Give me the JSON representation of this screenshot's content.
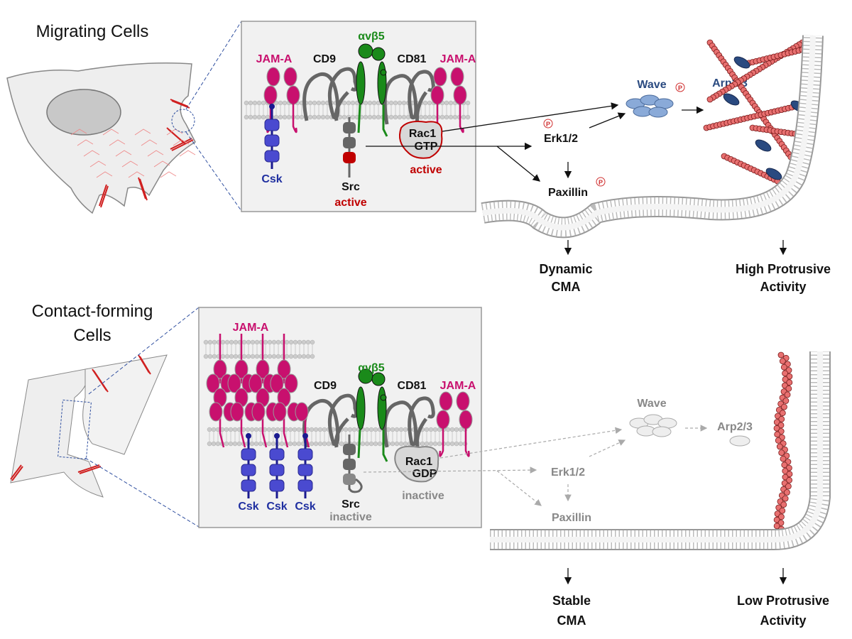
{
  "migrating": {
    "title": "Migrating Cells",
    "jam_a_left": "JAM-A",
    "cd9": "CD9",
    "integrin": "αvβ5",
    "cd81": "CD81",
    "jam_a_right": "JAM-A",
    "csk": "Csk",
    "src": "Src",
    "src_state": "active",
    "rac1": "Rac1",
    "rac1_nucleotide": "GTP",
    "rac1_state": "active",
    "wave": "Wave",
    "arp": "Arp2/3",
    "erk": "Erk1/2",
    "paxillin": "Paxillin",
    "phospho": "P",
    "outcome_cma": [
      "Dynamic",
      "CMA"
    ],
    "outcome_protrusion": [
      "High Protrusive",
      "Activity"
    ]
  },
  "contact": {
    "title": [
      "Contact-forming",
      "Cells"
    ],
    "jam_a_cluster": "JAM-A",
    "cd9": "CD9",
    "integrin": "αvβ5",
    "cd81": "CD81",
    "jam_a_right": "JAM-A",
    "csk": [
      "Csk",
      "Csk",
      "Csk"
    ],
    "src": "Src",
    "src_state": "inactive",
    "rac1": "Rac1",
    "rac1_nucleotide": "GDP",
    "rac1_state": "inactive",
    "wave": "Wave",
    "arp": "Arp2/3",
    "erk": "Erk1/2",
    "paxillin": "Paxillin",
    "outcome_cma": [
      "Stable",
      "CMA"
    ],
    "outcome_protrusion": [
      "Low Protrusive",
      "Activity"
    ]
  },
  "colors": {
    "jam_a": "#c8106e",
    "integrin": "#1a8a1a",
    "csk": "#3a3ac8",
    "active": "#c00000",
    "actin": "#e87070",
    "arp": "#2a4a80",
    "wave": "#8aaad8"
  }
}
